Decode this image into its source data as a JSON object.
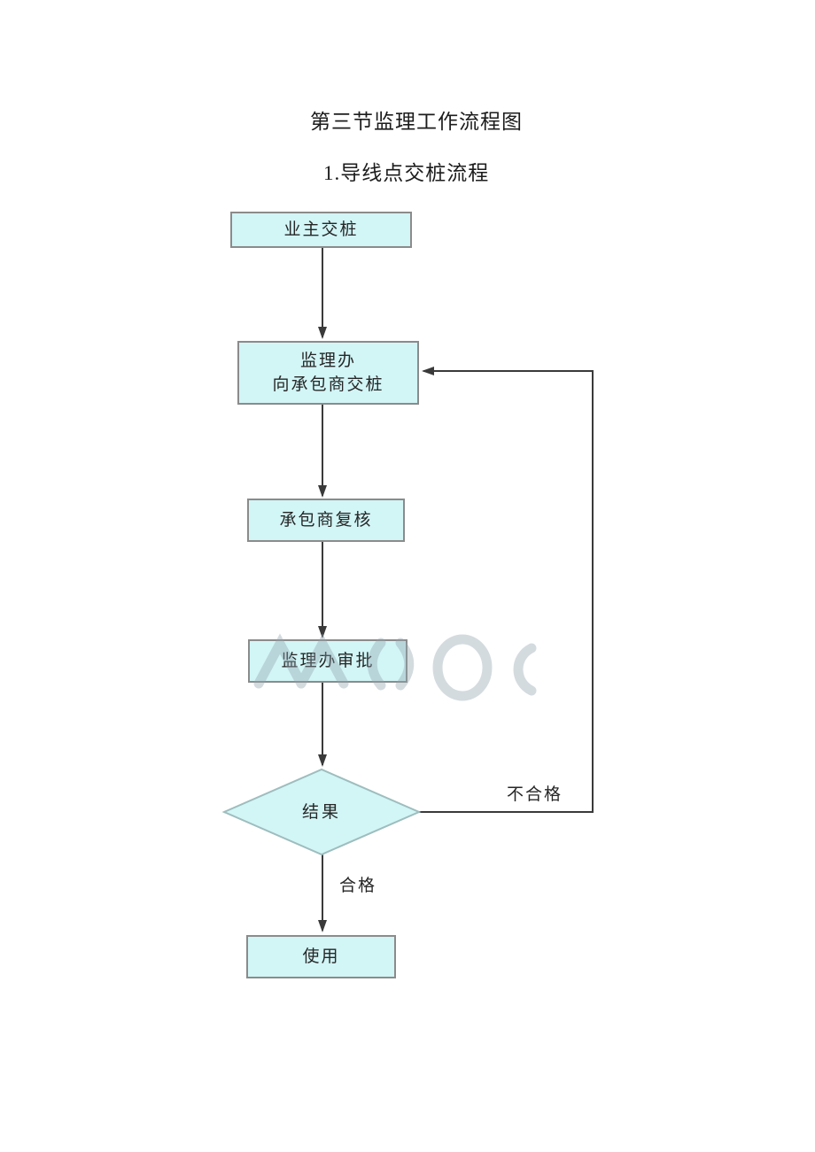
{
  "page": {
    "title": "第三节监理工作流程图",
    "subtitle": "1.导线点交桩流程"
  },
  "flowchart": {
    "nodes": {
      "owner": {
        "label": "业主交桩",
        "shape": "rect"
      },
      "handover": {
        "label": "监理办\n向承包商交桩",
        "shape": "rect"
      },
      "review": {
        "label": "承包商复核",
        "shape": "rect"
      },
      "approval": {
        "label": "监理办审批",
        "shape": "rect"
      },
      "result": {
        "label": "结果",
        "shape": "diamond"
      },
      "use": {
        "label": "使用",
        "shape": "rect"
      }
    },
    "edges": {
      "fail_label": "不合格",
      "pass_label": "合格"
    }
  },
  "colors": {
    "node_fill": "#d2f5f6",
    "node_border": "#8b8b8b",
    "diamond_border": "#9ebdbe",
    "line": "#3a3a3a",
    "text": "#262626",
    "watermark": "#8fa3ad"
  }
}
